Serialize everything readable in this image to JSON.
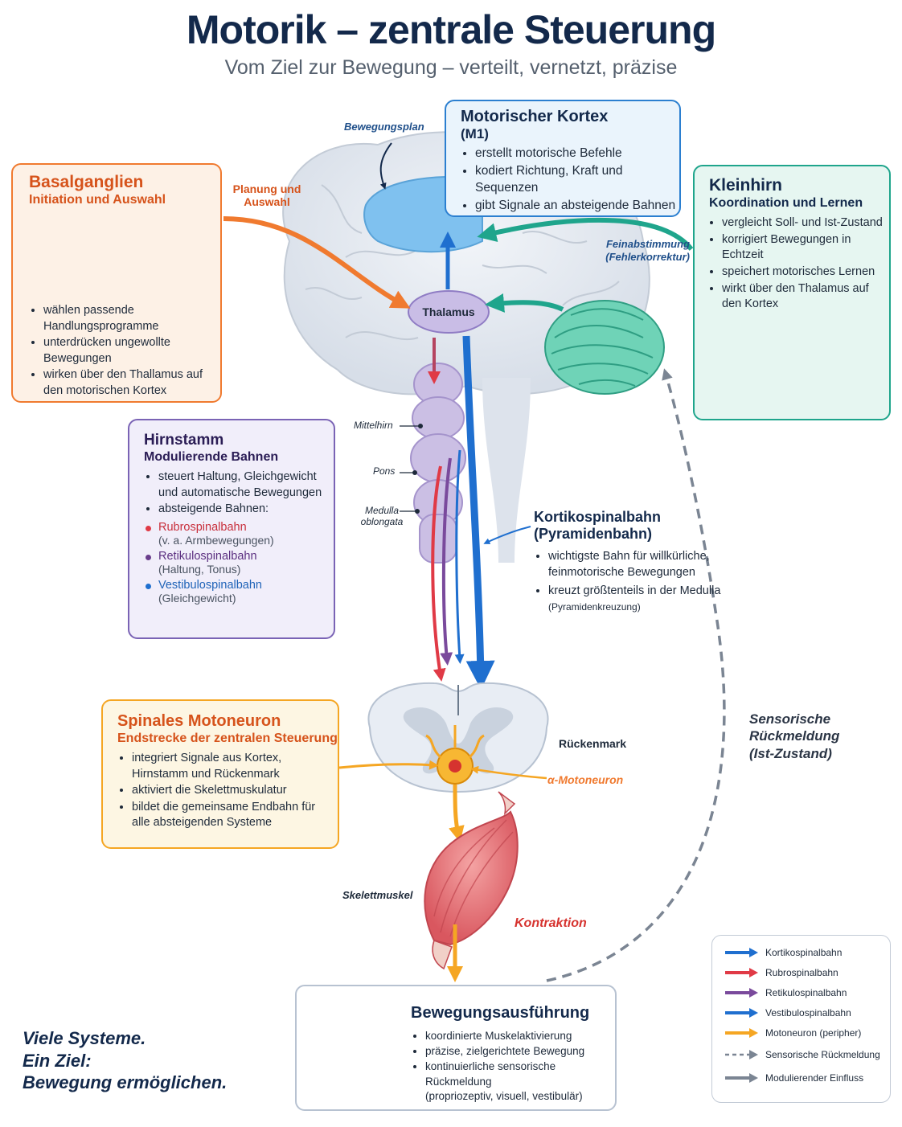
{
  "header": {
    "title": "Motorik – zentrale Steuerung",
    "subtitle": "Vom Ziel zur Bewegung – verteilt, vernetzt, präzise"
  },
  "basalganglien": {
    "title": "Basalganglien",
    "subtitle": "Initiation und Auswahl",
    "items": [
      "wählen passende Handlungsprogramme",
      "unterdrücken ungewollte Bewegungen",
      "wirken über den Thallamus auf den motorischen Kortex"
    ]
  },
  "kortex": {
    "title": "Motorischer Kortex",
    "subtitle": "(M1)",
    "items": [
      "erstellt motorische Befehle",
      "kodiert Richtung, Kraft und Sequenzen",
      "gibt Signale an absteigende Bahnen"
    ]
  },
  "kleinhirn": {
    "title": "Kleinhirn",
    "subtitle": "Koordination und Lernen",
    "items": [
      "vergleicht Soll- und Ist-Zustand",
      "korrigiert Bewegungen in Echtzeit",
      "speichert motorisches Lernen",
      "wirkt über den Thalamus auf den Kortex"
    ]
  },
  "hirnstamm": {
    "title": "Hirnstamm",
    "subtitle": "Modulierende Bahnen",
    "items": [
      "steuert Haltung, Gleichgewicht und automatische Bewegungen",
      "absteigende Bahnen:"
    ],
    "tracts": [
      {
        "name": "Rubrospinalbahn",
        "note": "(v. a. Armbewegungen)",
        "color": "#e03a46"
      },
      {
        "name": "Retikulospinalbahn",
        "note": "(Haltung, Tonus)",
        "color": "#6a3d8c"
      },
      {
        "name": "Vestibulospinalbahn",
        "note": "(Gleichgewicht)",
        "color": "#1f6fcf"
      }
    ]
  },
  "kortikospinal": {
    "title": "Kortikospinalbahn",
    "subtitle": "(Pyramidenbahn)",
    "items": [
      "wichtigste Bahn für willkürliche, feinmotorische Bewegungen"
    ],
    "item2": "kreuzt größtenteils in der Medulla",
    "item2_small": "(Pyramidenkreuzung)"
  },
  "motoneuron": {
    "title": "Spinales Motoneuron",
    "subtitle": "Endstrecke der zentralen Steuerung",
    "items": [
      "integriert Signale aus Kortex, Hirnstamm und Rückenmark",
      "aktiviert die Skelettmuskulatur",
      "bildet die gemeinsame Endbahn für alle absteigenden Systeme"
    ]
  },
  "ausfuehrung": {
    "title": "Bewegungsausführung",
    "items": [
      "koordinierte Muskelaktivierung",
      "präzise, zielgerichtete Bewegung",
      "kontinuierliche sensorische Rückmeldung"
    ],
    "item_note": "(propriozeptiv, visuell, vestibulär)"
  },
  "labels": {
    "bewegungsplan": "Bewegungsplan",
    "planung": "Planung und Auswahl",
    "feinabstimmung": "Feinabstimmung",
    "fehlerkorrektur": "(Fehlerkorrektur)",
    "thalamus": "Thalamus",
    "mittelhirn": "Mittelhirn",
    "pons": "Pons",
    "medulla": "Medulla oblongata",
    "rueckenmark": "Rückenmark",
    "alpha": "α-Motoneuron",
    "skelettmuskel": "Skelettmuskel",
    "kontraktion": "Kontraktion",
    "sensorisch": [
      "Sensorische",
      "Rückmeldung",
      "(Ist-Zustand)"
    ]
  },
  "slogan": [
    "Viele Systeme.",
    "Ein Ziel:",
    "Bewegung ermöglichen."
  ],
  "legend": [
    {
      "label": "Kortikospinalbahn",
      "color": "#1f6fcf",
      "dashed": false
    },
    {
      "label": "Rubrospinalbahn",
      "color": "#e03a46",
      "dashed": false
    },
    {
      "label": "Retikulospinalbahn",
      "color": "#7a4a9c",
      "dashed": false
    },
    {
      "label": "Vestibulospinalbahn",
      "color": "#1f6fcf",
      "dashed": false
    },
    {
      "label": "Motoneuron (peripher)",
      "color": "#f5a623",
      "dashed": false
    },
    {
      "label": "Sensorische Rückmeldung",
      "color": "#7b8593",
      "dashed": true
    },
    {
      "label": "Modulierender Einfluss",
      "color": "#7b8593",
      "dashed": false
    }
  ],
  "colors": {
    "basal": "#f07a2f",
    "kortex": "#2b7fd0",
    "kleinhirn": "#1fa58c",
    "hirnstamm": "#7a63b5",
    "motoneuron": "#f5a623",
    "navy": "#13294b"
  }
}
